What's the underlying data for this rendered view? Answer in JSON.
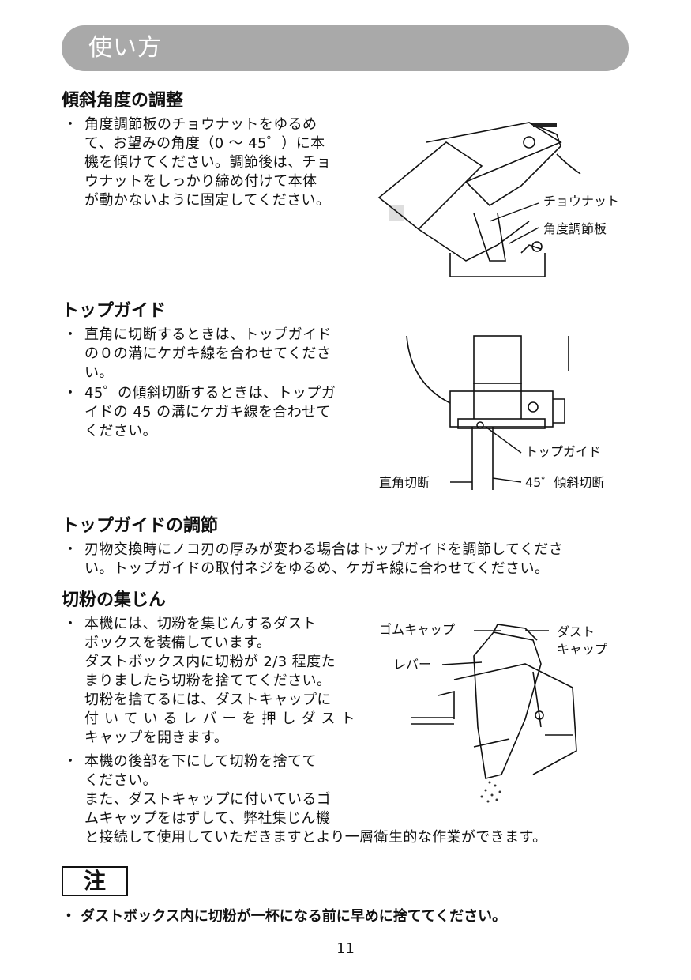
{
  "header": {
    "title": "使い方"
  },
  "sections": {
    "bevel": {
      "heading": "傾斜角度の調整",
      "bullet": "・",
      "lines": [
        "角度調節板のチョウナットをゆるめ",
        "て、お望みの角度（0 ～ 45゜）に本",
        "機を傾けてください。調節後は、チョ",
        "ウナットをしっかり締め付けて本体",
        "が動かないように固定してください。"
      ],
      "fig_labels": {
        "wing_nut": "チョウナット",
        "angle_plate": "角度調節板"
      }
    },
    "top_guide": {
      "heading": "トップガイド",
      "bullets": [
        {
          "mark": "・",
          "lines": [
            "直角に切断するときは、トップガイド",
            "の０の溝にケガキ線を合わせてくださ",
            "い。"
          ]
        },
        {
          "mark": "・",
          "lines": [
            "45゜の傾斜切断するときは、トップガ",
            "イドの 45 の溝にケガキ線を合わせて",
            "ください。"
          ]
        }
      ],
      "fig_labels": {
        "top_guide": "トップガイド",
        "right_angle": "直角切断",
        "bevel_45": "45゜傾斜切断"
      }
    },
    "guide_adjust": {
      "heading": "トップガイドの調節",
      "bullet": "・",
      "lines": [
        "刃物交換時にノコ刃の厚みが変わる場合はトップガイドを調節してくださ",
        "い。トップガイドの取付ネジをゆるめ、ケガキ線に合わせてください。"
      ]
    },
    "dust": {
      "heading": "切粉の集じん",
      "bullets": [
        {
          "mark": "・",
          "lines": [
            "本機には、切粉を集じんするダスト",
            "ボックスを装備しています。",
            "ダストボックス内に切粉が 2/3 程度た",
            "まりましたら切粉を捨ててください。",
            "切粉を捨てるには、ダストキャップに",
            "付いているレバーを押しダスト",
            "キャップを開きます。"
          ]
        },
        {
          "mark": "・",
          "lines": [
            "本機の後部を下にして切粉を捨てて",
            "ください。",
            "また、ダストキャップに付いているゴ",
            "ムキャップをはずして、弊社集じん機"
          ]
        }
      ],
      "last_line": "と接続して使用していただきますとより一層衛生的な作業ができます。",
      "fig_labels": {
        "rubber_cap": "ゴムキャップ",
        "dust_cap_1": "ダスト",
        "dust_cap_2": "キャップ",
        "lever": "レバー"
      }
    }
  },
  "note": {
    "label": "注",
    "text": "・ ダストボックス内に切粉が一杯になる前に早めに捨ててください。"
  },
  "page_number": "11"
}
